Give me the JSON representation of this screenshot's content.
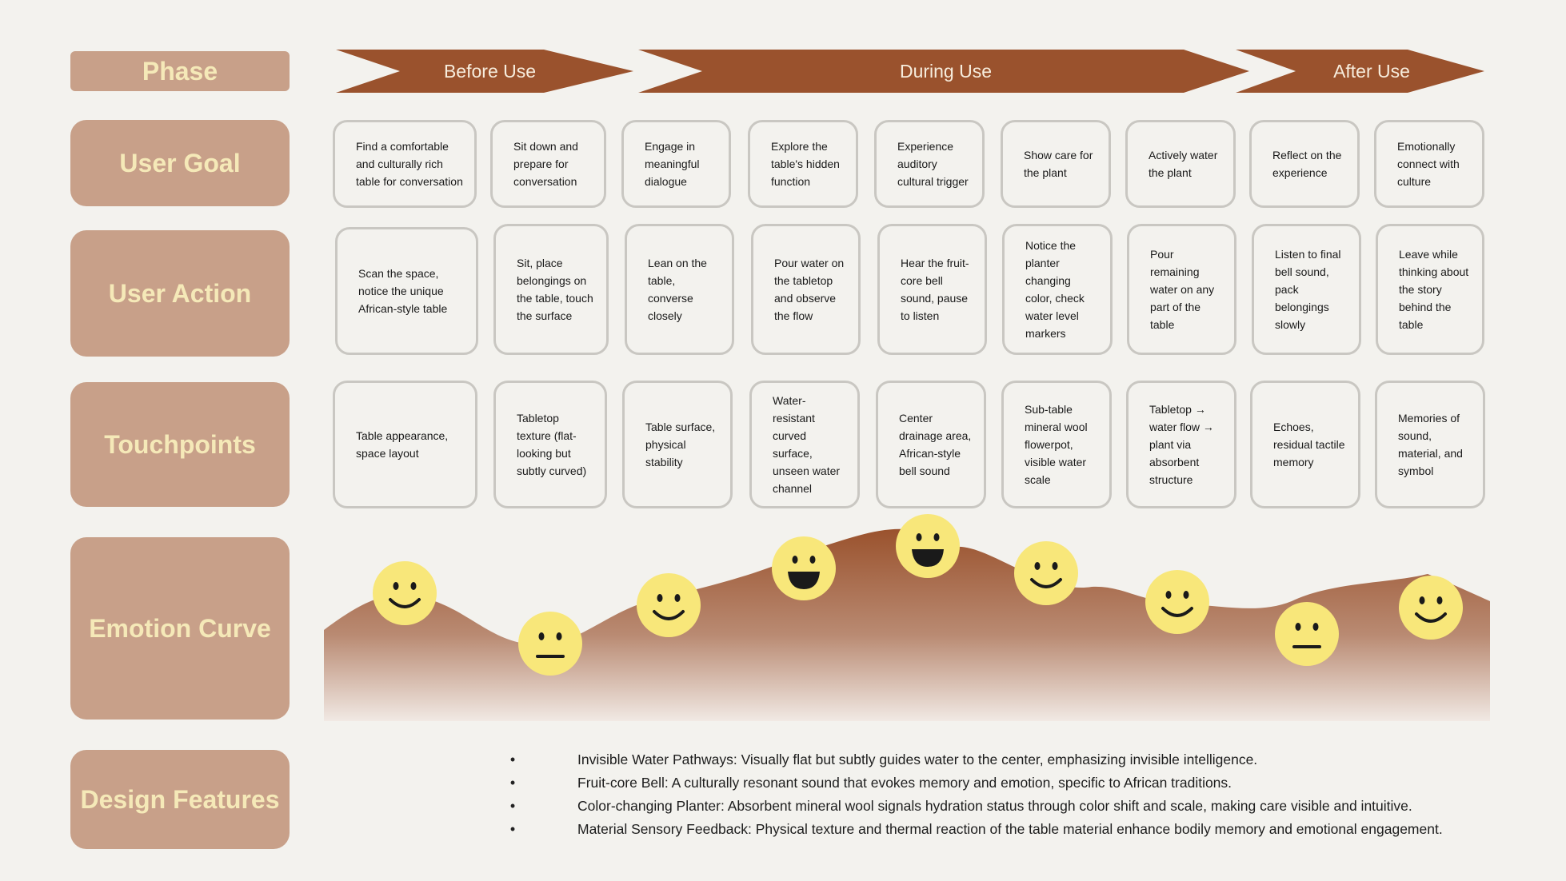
{
  "row_labels": {
    "phase": "Phase",
    "user_goal": "User Goal",
    "user_action": "User Action",
    "touchpoints": "Touchpoints",
    "emotion_curve": "Emotion Curve",
    "design_features": "Design Features"
  },
  "phases": [
    "Before Use",
    "During Use",
    "After Use"
  ],
  "user_goals": [
    "Find a comfortable and culturally rich table for conversation",
    "Sit down and prepare for conversation",
    "Engage in meaningful dialogue",
    "Explore the table's hidden function",
    "Experience auditory cultural trigger",
    "Show care for the plant",
    "Actively water the plant",
    "Reflect on the experience",
    "Emotionally connect with culture"
  ],
  "user_actions": [
    "Scan the space, notice the unique African-style table",
    "Sit, place belongings on the table, touch the surface",
    "Lean on the table, converse closely",
    "Pour water on the tabletop and observe the flow",
    "Hear the fruit-core bell sound, pause to listen",
    "Notice the planter changing color, check water level markers",
    "Pour remaining water on any part of the table",
    "Listen to final bell sound, pack belongings slowly",
    "Leave while thinking about the story behind the table"
  ],
  "touchpoints": [
    "Table appearance, space layout",
    "Tabletop texture (flat-looking but subtly curved)",
    "Table surface, physical stability",
    "Water-resistant curved surface, unseen water channel",
    "Center drainage area, African-style bell sound",
    "Sub-table mineral wool flowerpot, visible water scale",
    "Tabletop → water flow → plant via absorbent structure",
    "Echoes, residual tactile memory",
    "Memories of sound, material, and symbol"
  ],
  "emotions": [
    "smile",
    "neutral",
    "smile",
    "laugh",
    "laugh",
    "smile",
    "smile",
    "neutral",
    "smile"
  ],
  "design_features": [
    "Invisible Water Pathways: Visually flat but subtly guides water to the center, emphasizing invisible intelligence.",
    "Fruit-core Bell: A culturally resonant sound that evokes memory and emotion, specific to African traditions.",
    "Color-changing Planter: Absorbent mineral wool signals hydration status through color shift and scale, making care visible and intuitive.",
    "Material Sensory Feedback: Physical texture and thermal reaction of the table material enhance bodily memory and emotional engagement."
  ],
  "colors": {
    "label_bg": "#c8a089",
    "label_text": "#f5e9b8",
    "arrow": "#9a522d",
    "face": "#f8e77a",
    "card_border": "#c9c7c2"
  }
}
